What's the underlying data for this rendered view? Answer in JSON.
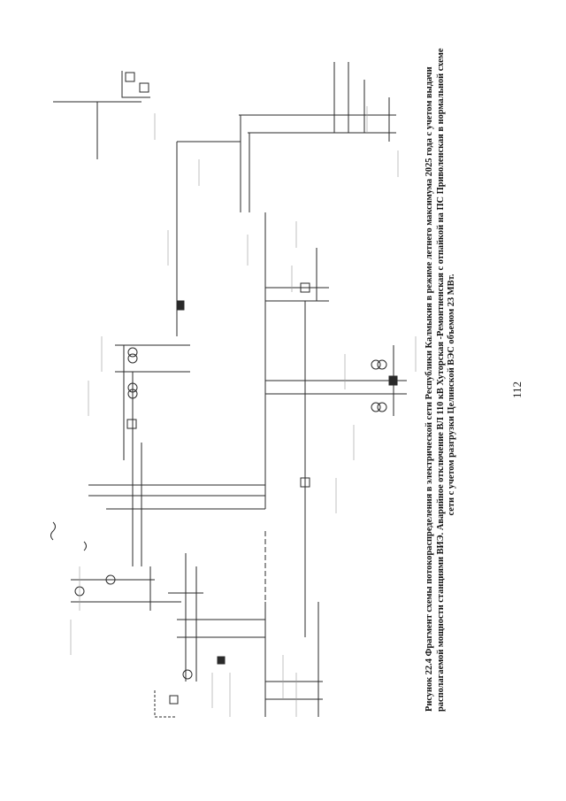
{
  "figure": {
    "caption_lines": [
      "Рисунок 22.4 Фрагмент схемы потокораспределения в электрической сети Республики Калмыкия в режиме летнего максимума 2025 года с учетом выдачи",
      "располагаемой мощности станциями ВИЭ. Аварийное отключение ВЛ 110 кВ Хуторская -Ремонтненская с отпайкой на ПС Приволенская в нормальной схеме",
      "сети с учетом разгрузки Целинской ВЭС объемом 23 МВт."
    ],
    "page_number": "112"
  },
  "colors": {
    "line": "#2a2a2a",
    "faint": "#8a8a8a",
    "text": "#111111"
  }
}
